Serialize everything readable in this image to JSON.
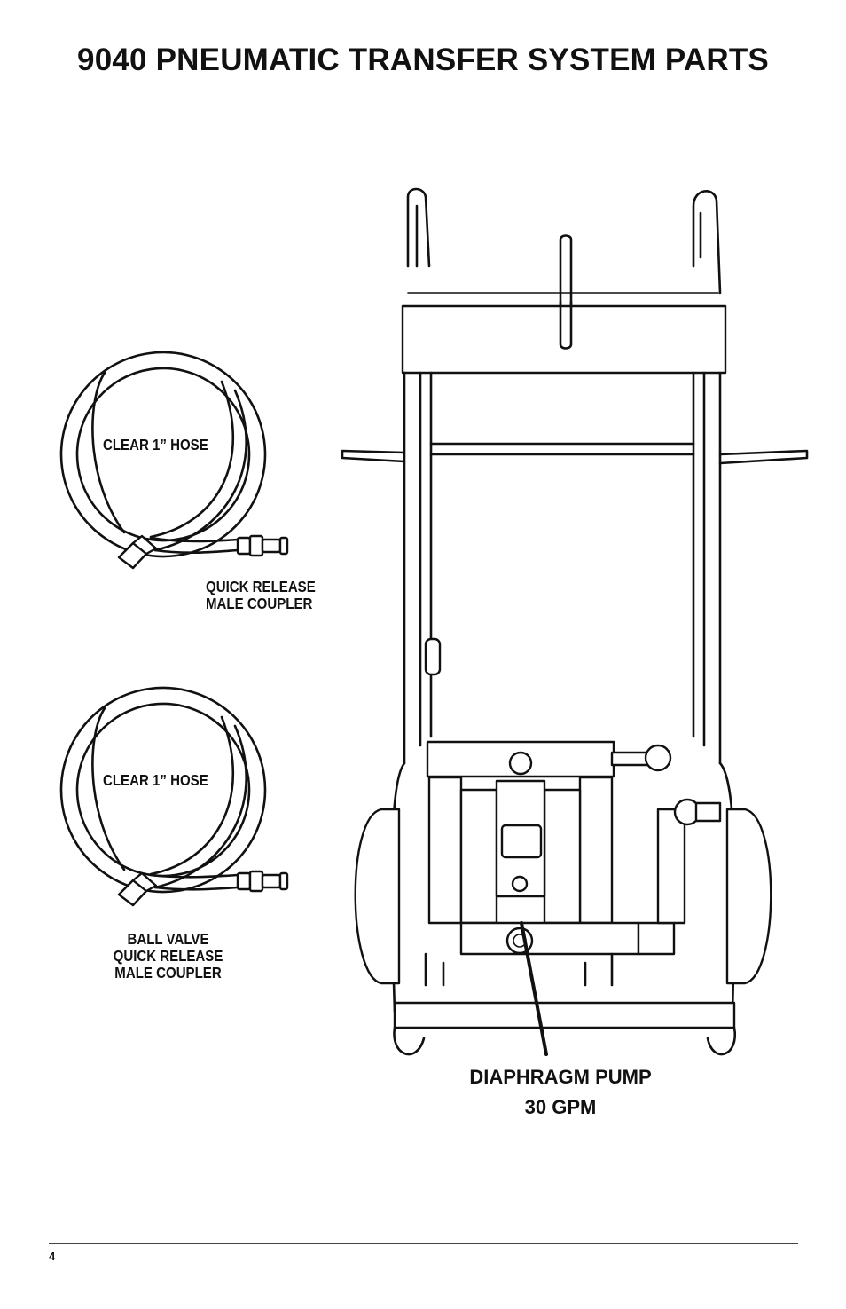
{
  "page": {
    "title": "9040 PNEUMATIC TRANSFER SYSTEM PARTS",
    "page_number": "4"
  },
  "callouts": {
    "hose_top_label": "CLEAR 1” HOSE",
    "coupler_top_lines": [
      "QUICK RELEASE",
      "MALE COUPLER"
    ],
    "hose_bottom_label": "CLEAR 1” HOSE",
    "coupler_bottom_lines": [
      "BALL VALVE",
      "QUICK RELEASE",
      "MALE COUPLER"
    ],
    "pump_lines": [
      "DIAPHRAGM PUMP",
      "30 GPM"
    ]
  },
  "illustrations": [
    "coiled-hose-drawing",
    "coiled-hose-drawing",
    "cart-with-pump-drawing"
  ]
}
